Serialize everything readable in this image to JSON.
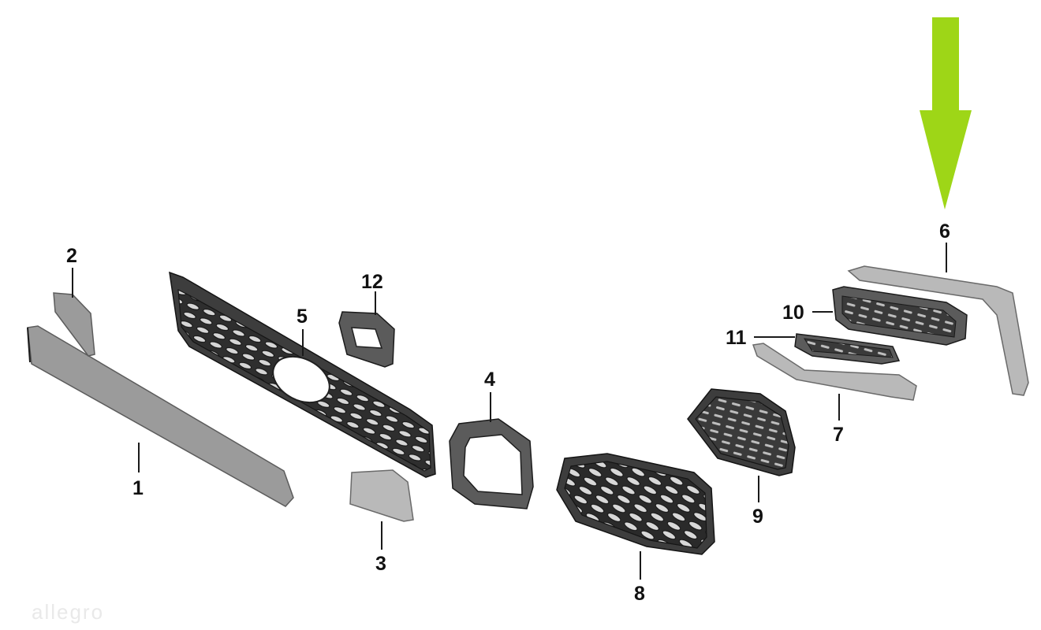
{
  "callouts": {
    "c1": "1",
    "c2": "2",
    "c3": "3",
    "c4": "4",
    "c5": "5",
    "c6": "6",
    "c7": "7",
    "c8": "8",
    "c9": "9",
    "c10": "10",
    "c11": "11",
    "c12": "12"
  },
  "highlight_arrow": {
    "color": "#9ed617",
    "points_to": "6"
  },
  "watermark": "allegro"
}
